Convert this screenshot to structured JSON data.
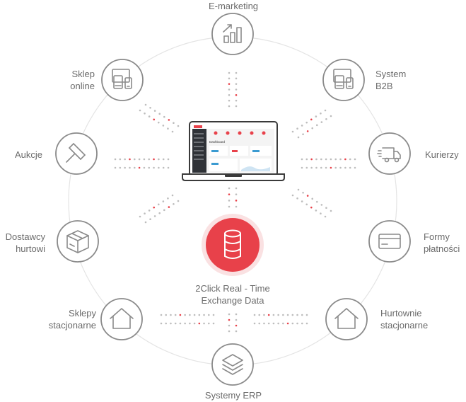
{
  "colors": {
    "accent": "#e8414a",
    "accent_halo": "#f6c9cb",
    "stroke": "#8a8a8a",
    "ring": "#e4e4e4",
    "text": "#6b6b6b"
  },
  "center": {
    "line1": "2Click Real - Time",
    "line2": "Exchange Data",
    "icon": "database-icon"
  },
  "nodes": {
    "emarketing": {
      "lines": [
        "E-marketing"
      ],
      "icon": "bar-chart-growth-icon"
    },
    "system_b2b": {
      "lines": [
        "System",
        "B2B"
      ],
      "icon": "devices-icon"
    },
    "kurierzy": {
      "lines": [
        "Kurierzy"
      ],
      "icon": "delivery-truck-icon"
    },
    "formy_platnosci": {
      "lines": [
        "Formy",
        "płatności"
      ],
      "icon": "credit-card-icon"
    },
    "hurtownie_stacjonarne": {
      "lines": [
        "Hurtownie",
        "stacjonarne"
      ],
      "icon": "house-icon"
    },
    "systemy_erp": {
      "lines": [
        "Systemy ERP"
      ],
      "icon": "layers-icon"
    },
    "sklepy_stacjonarne": {
      "lines": [
        "Sklepy",
        "stacjonarne"
      ],
      "icon": "house-icon"
    },
    "dostawcy_hurtowi": {
      "lines": [
        "Dostawcy",
        "hurtowi"
      ],
      "icon": "package-box-icon"
    },
    "aukcje": {
      "lines": [
        "Aukcje"
      ],
      "icon": "auction-gavel-icon"
    },
    "sklep_online": {
      "lines": [
        "Sklep",
        "online"
      ],
      "icon": "devices-icon"
    }
  },
  "laptop": {
    "screen_title": "Dashboard",
    "icon": "laptop-dashboard-icon"
  }
}
